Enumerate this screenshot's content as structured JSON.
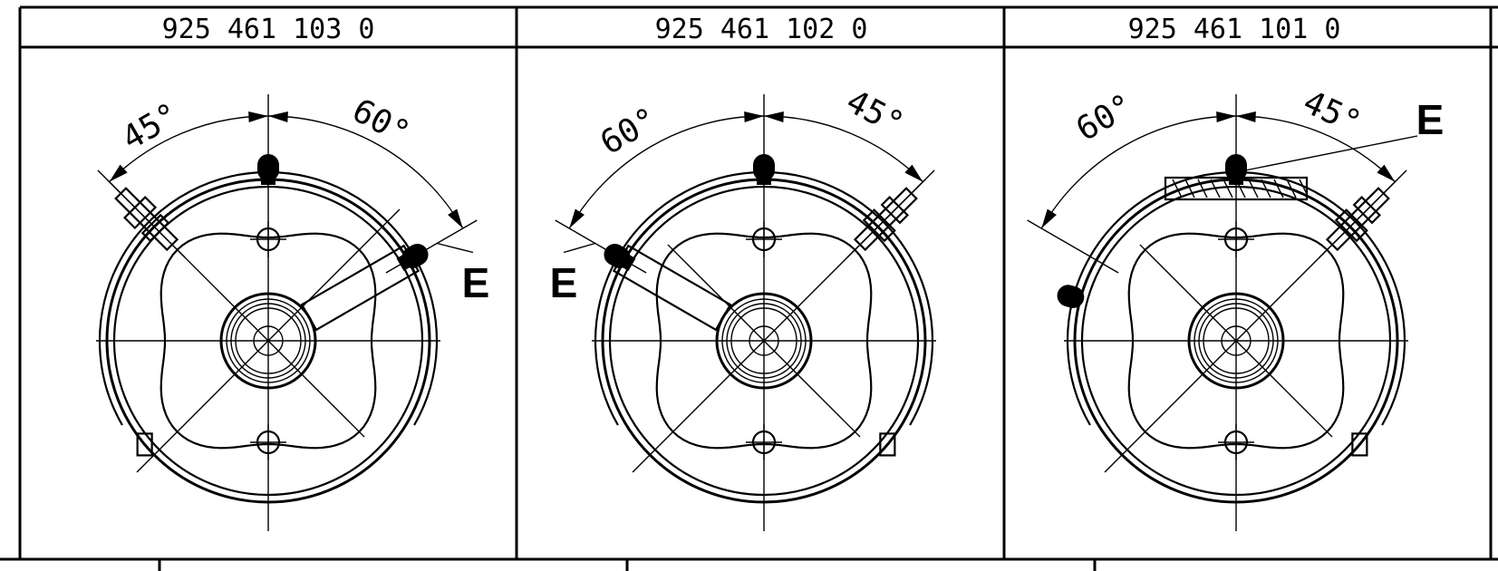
{
  "panels": [
    {
      "part_number": "925 461 103 0",
      "angle_left": "45°",
      "angle_right": "60°",
      "marker": "E",
      "marker_side": "right",
      "hardware_side": "left"
    },
    {
      "part_number": "925 461 102 0",
      "angle_left": "60°",
      "angle_right": "45°",
      "marker": "E",
      "marker_side": "left",
      "hardware_side": "right"
    },
    {
      "part_number": "925 461 101 0",
      "angle_left": "60°",
      "angle_right": "45°",
      "marker": "E",
      "marker_side": "top",
      "hardware_side": "right"
    }
  ],
  "colors": {
    "line": "#000000",
    "background": "#ffffff"
  }
}
